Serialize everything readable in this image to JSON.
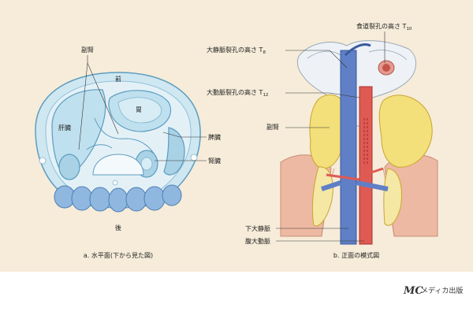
{
  "left_figure": {
    "labels": {
      "adrenal": "副腎",
      "front": "前",
      "stomach": "胃",
      "liver": "肝臓",
      "spleen": "脾臓",
      "kidney": "腎臓",
      "back": "後"
    },
    "caption": "a. 水平面(下から見た図)"
  },
  "right_figure": {
    "labels": {
      "esophageal_hiatus": "食道裂孔の高さ T",
      "esophageal_hiatus_sub": "10",
      "caval_hiatus": "大静脈裂孔の高さ T",
      "caval_hiatus_sub": "8",
      "aortic_hiatus": "大動脈裂孔の高さ T",
      "aortic_hiatus_sub": "12",
      "adrenal": "副腎",
      "ivc": "下大静脈",
      "aorta": "腹大動脈"
    },
    "caption": "b. 正面の模式図"
  },
  "publisher": {
    "logo": "MC",
    "name": "メディカ出版"
  },
  "colors": {
    "background": "#f6ecd9",
    "organ_blue": "#b9dcea",
    "organ_outline": "#6aa9c8",
    "adrenal_yellow": "#f3e07a",
    "vein_blue": "#5f7fc6",
    "artery_red": "#e05a54",
    "muscle_pink": "#eeb9a2",
    "diaphragm": "#eef2f6"
  }
}
